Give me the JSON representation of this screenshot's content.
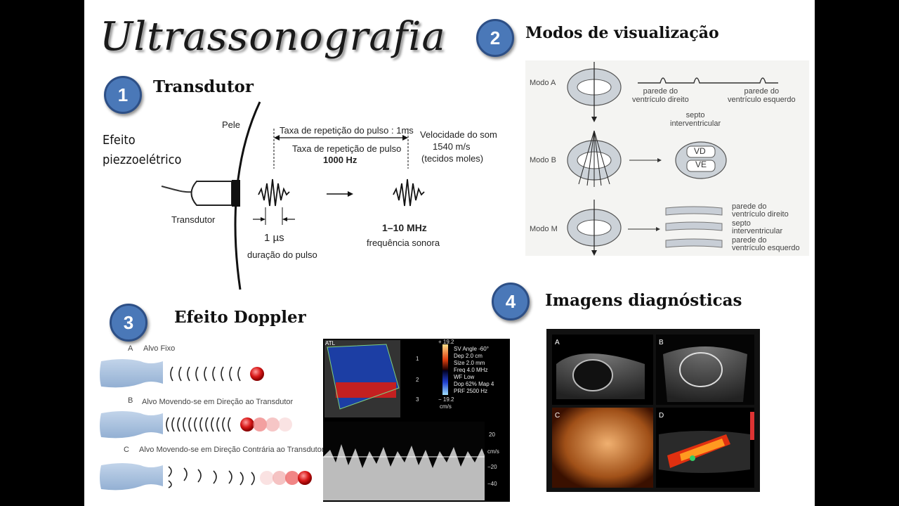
{
  "title": "Ultrassonografia",
  "sections": {
    "s1": {
      "num": "1",
      "heading": "Transdutor"
    },
    "s2": {
      "num": "2",
      "heading": "Modos de visualização"
    },
    "s3": {
      "num": "3",
      "heading": "Efeito Doppler"
    },
    "s4": {
      "num": "4",
      "heading": "Imagens diagnósticas"
    }
  },
  "transdutor": {
    "efeito": "Efeito",
    "piezo": "piezzoelétrico",
    "pele": "Pele",
    "transdutor": "Transdutor",
    "taxa1": "Taxa de repetição do pulso : 1ms",
    "taxa2": "Taxa de repetição de pulso",
    "hz": "1000 Hz",
    "vel1": "Velocidade do som",
    "vel2": "1540 m/s",
    "vel3": "(tecidos moles)",
    "mus": "1 µs",
    "duracao": "duração do pulso",
    "mhz": "1–10 MHz",
    "freq": "frequência sonora"
  },
  "modos": {
    "modoA": "Modo A",
    "modoB": "Modo B",
    "modoM": "Modo M",
    "a_pvd1": "parede do",
    "a_pvd2": "ventrículo direito",
    "a_pve1": "parede do",
    "a_pve2": "ventrículo esquerdo",
    "a_sep1": "septo",
    "a_sep2": "interventricular",
    "vd": "VD",
    "ve": "VE",
    "m_pvd1": "parede do",
    "m_pvd2": "ventrículo direito",
    "m_sep1": "septo",
    "m_sep2": "interventricular",
    "m_pve1": "parede do",
    "m_pve2": "ventrículo esquerdo"
  },
  "doppler": {
    "a_letter": "A",
    "a_text": "Alvo Fixo",
    "b_letter": "B",
    "b_text": "Alvo Movendo-se em Direção ao Transdutor",
    "c_letter": "C",
    "c_text": "Alvo Movendo-se em Direção Contrária ao Transdutor",
    "us_info": [
      "SV Angle -60°",
      "Dep 2.0 cm",
      "Size 2.0 mm",
      "Freq 4.0 MHz",
      "WF Low",
      "Dop 62%  Map 4",
      "PRF 2500 Hz"
    ],
    "scale_top": "+ 19.2",
    "scale_bot": "− 19.2",
    "scale_unit": "cm/s",
    "depth_ticks": [
      "1",
      "2",
      "3"
    ],
    "spec_ticks": [
      "20",
      "cm/s",
      "−20",
      "−40"
    ],
    "brand": "ATL"
  },
  "imagens": {
    "labels": [
      "A",
      "B",
      "C",
      "D"
    ]
  },
  "colors": {
    "badge": "#4a78b8",
    "badge_border": "#2d4f86"
  }
}
